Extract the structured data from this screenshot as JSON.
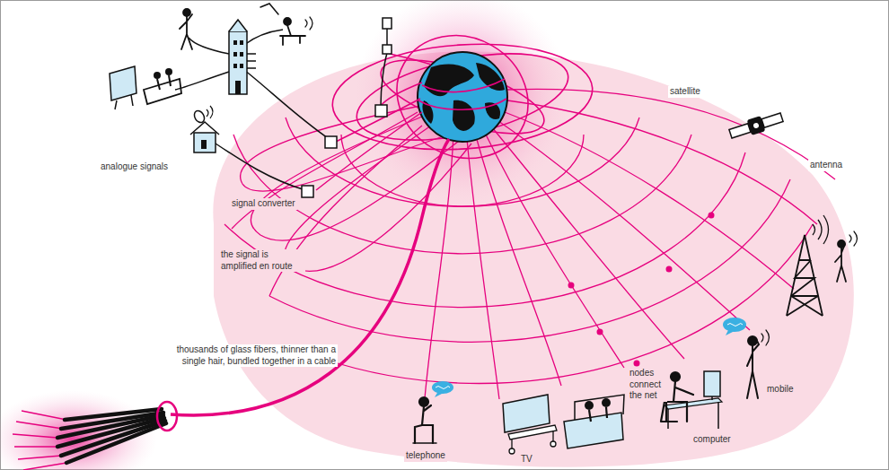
{
  "diagram": {
    "labels": [
      "analogue signals",
      "signal converter",
      "the signal is amplified en route",
      "thousands of glass fibers, thinner than a single hair, bundled together in a cable",
      "nodes connect the net",
      "telephone",
      "TV",
      "computer",
      "mobile",
      "antenna",
      "satellite"
    ]
  }
}
